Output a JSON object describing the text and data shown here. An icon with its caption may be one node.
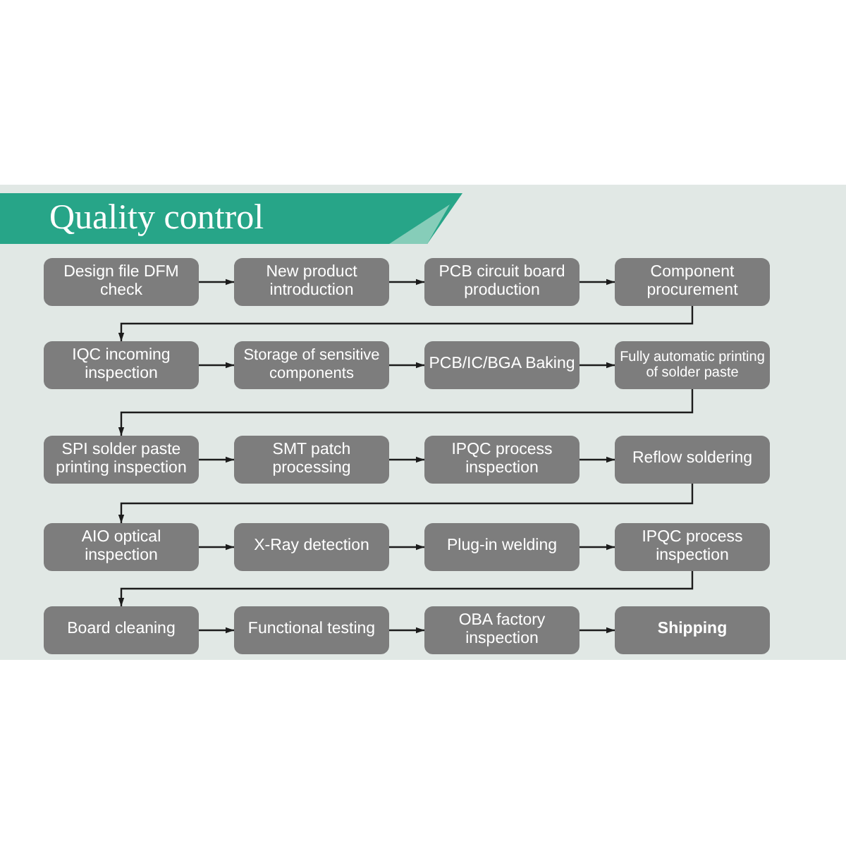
{
  "diagram": {
    "title": "Quality control",
    "nodes": [
      {
        "text": [
          "Design file DFM check"
        ]
      },
      {
        "text": [
          "New product introduction"
        ]
      },
      {
        "text": [
          "PCB circuit board production"
        ]
      },
      {
        "text": [
          "Component procurement"
        ]
      },
      {
        "text": [
          "IQC incoming inspection"
        ]
      },
      {
        "text": [
          "Storage of sensitive components"
        ]
      },
      {
        "text": [
          "PCB/IC/BGA Baking"
        ]
      },
      {
        "text": [
          "Fully automatic printing of solder paste"
        ]
      },
      {
        "text": [
          "SPI solder paste printing inspection"
        ]
      },
      {
        "text": [
          "SMT patch processing"
        ]
      },
      {
        "text": [
          "IPQC process inspection"
        ]
      },
      {
        "text": [
          "Reflow soldering"
        ]
      },
      {
        "text": [
          "AIO optical inspection"
        ]
      },
      {
        "text": [
          "X-Ray detection"
        ]
      },
      {
        "text": [
          "Plug-in welding"
        ]
      },
      {
        "text": [
          "IPQC process inspection"
        ]
      },
      {
        "text": [
          "Board cleaning"
        ]
      },
      {
        "text": [
          "Functional testing"
        ]
      },
      {
        "text": [
          "OBA factory inspection"
        ]
      },
      {
        "text": [
          "Shipping"
        ]
      }
    ],
    "edges": [
      {
        "from": 0,
        "to": 1,
        "arrow": "to"
      },
      {
        "from": 1,
        "to": 2,
        "arrow": "to"
      },
      {
        "from": 2,
        "to": 3,
        "arrow": "to"
      },
      {
        "from": 3,
        "to": 4,
        "arrow": "to"
      },
      {
        "from": 4,
        "to": 5,
        "arrow": "to"
      },
      {
        "from": 5,
        "to": 6,
        "arrow": "to"
      },
      {
        "from": 6,
        "to": 7,
        "arrow": "to"
      },
      {
        "from": 7,
        "to": 8,
        "arrow": "to"
      },
      {
        "from": 8,
        "to": 9,
        "arrow": "to"
      },
      {
        "from": 9,
        "to": 10,
        "arrow": "to"
      },
      {
        "from": 10,
        "to": 11,
        "arrow": "to"
      },
      {
        "from": 11,
        "to": 12,
        "arrow": "to"
      },
      {
        "from": 12,
        "to": 13,
        "arrow": "to"
      },
      {
        "from": 13,
        "to": 14,
        "arrow": "to"
      },
      {
        "from": 14,
        "to": 15,
        "arrow": "to"
      },
      {
        "from": 15,
        "to": 16,
        "arrow": "to"
      },
      {
        "from": 16,
        "to": 17,
        "arrow": "to"
      },
      {
        "from": 17,
        "to": 18,
        "arrow": "to"
      },
      {
        "from": 18,
        "to": 19,
        "arrow": "to"
      }
    ]
  }
}
